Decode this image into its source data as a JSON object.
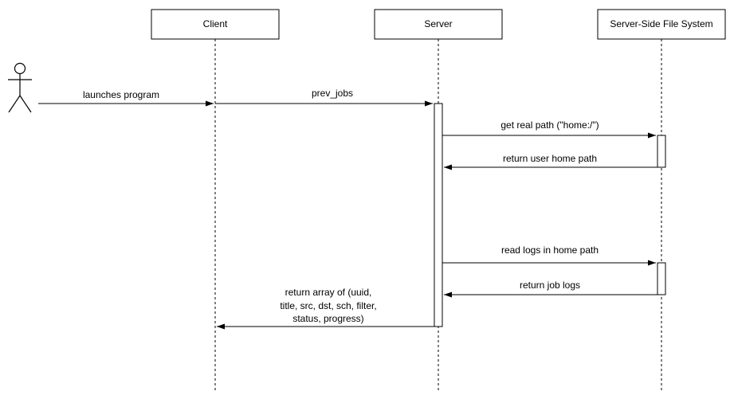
{
  "diagram": {
    "type": "uml-sequence-diagram",
    "background": "#ffffff",
    "stroke_color": "#000000",
    "participants": [
      {
        "id": "user",
        "kind": "actor",
        "label": ""
      },
      {
        "id": "client",
        "kind": "lifeline",
        "label": "Client"
      },
      {
        "id": "server",
        "kind": "lifeline",
        "label": "Server"
      },
      {
        "id": "fs",
        "kind": "lifeline",
        "label": "Server-Side File System"
      }
    ],
    "messages": [
      {
        "label": "launches program",
        "from": "user",
        "to": "Client",
        "direction": "right"
      },
      {
        "label": "prev_jobs",
        "from": "Client",
        "to": "Server",
        "direction": "right"
      },
      {
        "label": "get real path (\"home:/\")",
        "from": "Server",
        "to": "Server-Side File System",
        "direction": "right"
      },
      {
        "label": "return user home path",
        "from": "Server-Side File System",
        "to": "Server",
        "direction": "left"
      },
      {
        "label": "read logs in home path",
        "from": "Server",
        "to": "Server-Side File System",
        "direction": "right"
      },
      {
        "label": "return job logs",
        "from": "Server-Side File System",
        "to": "Server",
        "direction": "left"
      },
      {
        "label": "return array of (uuid, title, src, dst, sch, filter, status, progress)",
        "label_lines": [
          "return array of (uuid,",
          "title, src, dst, sch, filter,",
          "status, progress)"
        ],
        "from": "Server",
        "to": "Client",
        "direction": "left"
      }
    ]
  }
}
